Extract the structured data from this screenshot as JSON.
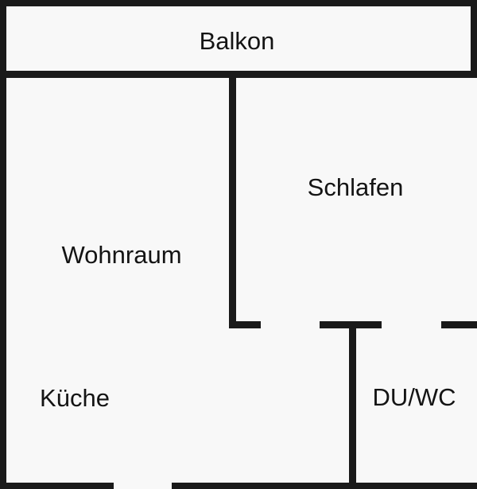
{
  "rooms": {
    "balcony": "Balkon",
    "bedroom": "Schlafen",
    "living_room": "Wohnraum",
    "kitchen": "Küche",
    "bathroom": "DU/WC"
  },
  "colors": {
    "wall": "#1a1a1a",
    "background": "#f8f8f8",
    "text": "#141414"
  }
}
